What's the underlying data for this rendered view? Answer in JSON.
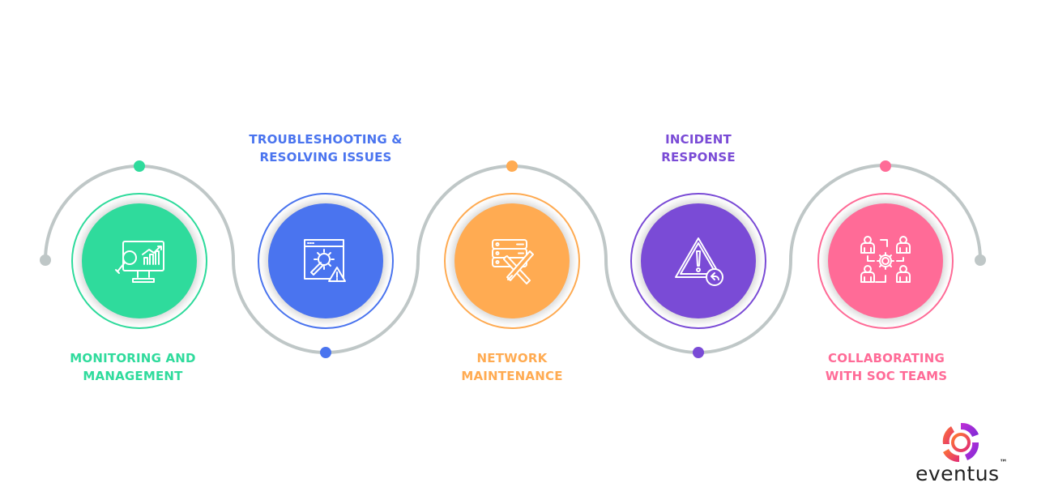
{
  "steps": [
    {
      "id": "monitoring",
      "title_lines": [
        "MONITORING AND",
        "MANAGEMENT"
      ],
      "color": "#2fdb9c",
      "icon": "monitor-analytics-icon",
      "label_position": "bottom",
      "dot_position": "top"
    },
    {
      "id": "troubleshooting",
      "title_lines": [
        "TROUBLESHOOTING &",
        "RESOLVING ISSUES"
      ],
      "color": "#4a74ef",
      "icon": "window-wrench-warning-icon",
      "label_position": "top",
      "dot_position": "bottom"
    },
    {
      "id": "network",
      "title_lines": [
        "NETWORK",
        "MAINTENANCE"
      ],
      "color": "#ffab52",
      "icon": "server-tools-icon",
      "label_position": "bottom",
      "dot_position": "top"
    },
    {
      "id": "incident",
      "title_lines": [
        "INCIDENT",
        "RESPONSE"
      ],
      "color": "#7a4bd6",
      "icon": "warning-response-icon",
      "label_position": "top",
      "dot_position": "bottom"
    },
    {
      "id": "collaborating",
      "title_lines": [
        "COLLABORATING",
        "WITH SOC TEAMS"
      ],
      "color": "#ff6b97",
      "icon": "team-collaboration-icon",
      "label_position": "bottom",
      "dot_position": "top"
    }
  ],
  "connector": {
    "color": "#bfc7c7",
    "end_dot_color": "#bfc7c7"
  },
  "logo": {
    "text": "eventus",
    "trademark": "™"
  }
}
